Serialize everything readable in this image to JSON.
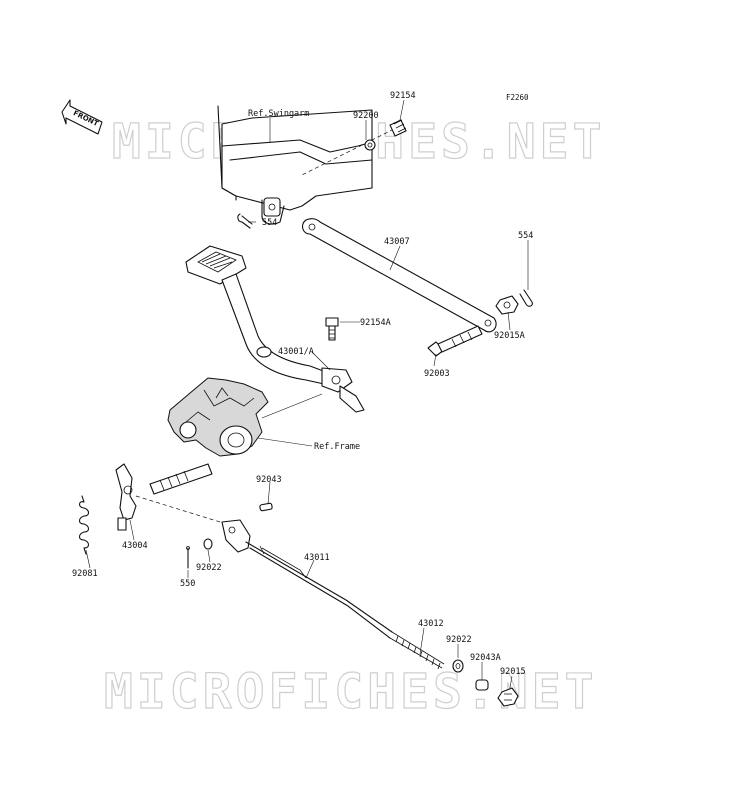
{
  "figure_code": "F2260",
  "front_badge": "FRONT",
  "watermark_top": "MICROFICHES.NET",
  "watermark_bottom": "MICROFICHES.NET",
  "refs": {
    "swingarm": "Ref.Swingarm",
    "frame": "Ref.Frame"
  },
  "parts": {
    "p92154": "92154",
    "p92200": "92200",
    "p554a": "554",
    "p554b": "554",
    "p43007": "43007",
    "p92015A": "92015A",
    "p92154A": "92154A",
    "p43001A": "43001/A",
    "p92003": "92003",
    "p92043": "92043",
    "p43004": "43004",
    "p92081": "92081",
    "p92022a": "92022",
    "p550": "550",
    "p43011": "43011",
    "p43012": "43012",
    "p92022b": "92022",
    "p92043A": "92043A",
    "p92015": "92015"
  }
}
